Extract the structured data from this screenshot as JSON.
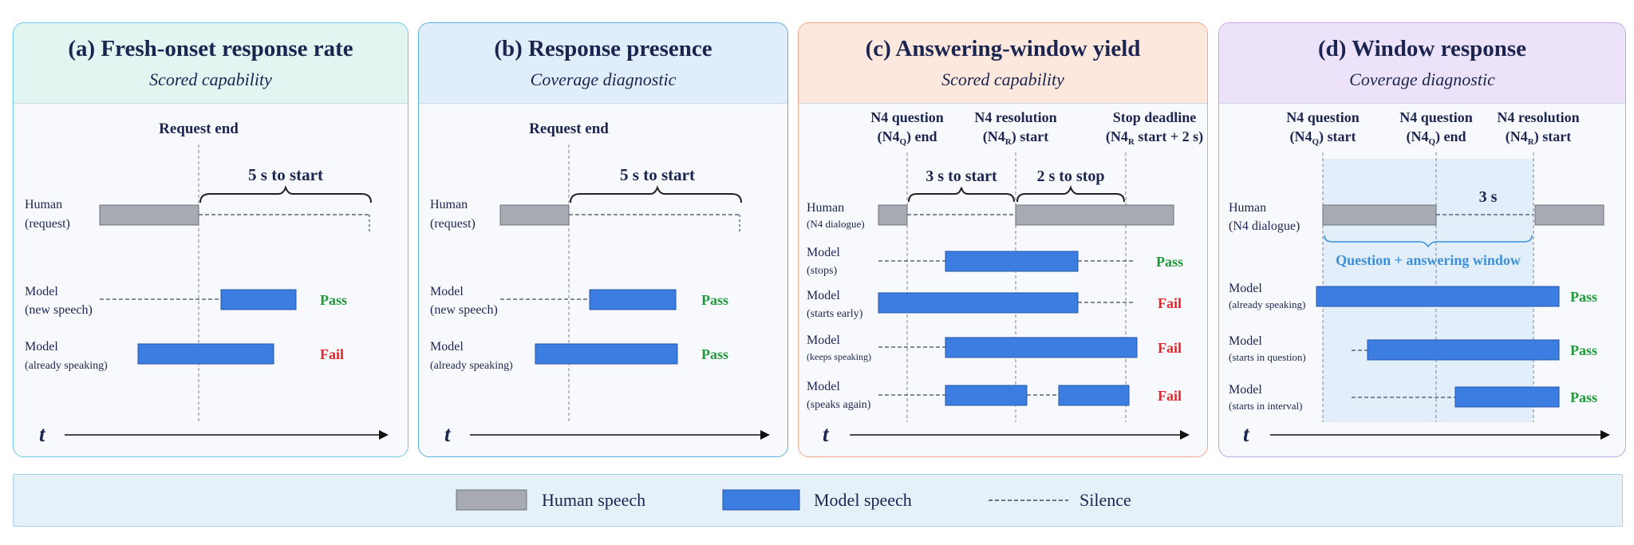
{
  "colors": {
    "human": "#a7aab1",
    "model": "#3b7de0",
    "pass": "#1f9a3a",
    "fail": "#e3262b",
    "text": "#1b2550",
    "window": "#e2effb",
    "window_label": "#3b8fd9"
  },
  "legend": {
    "human": "Human speech",
    "model": "Model speech",
    "silence": "Silence"
  },
  "panels": [
    {
      "id": "a",
      "title": "(a) Fresh-onset response rate",
      "subtitle": "Scored capability",
      "accent": "#6ec8ea",
      "head_bg": "#e2f5f0",
      "markers": [
        {
          "lines": [
            "Request end"
          ]
        }
      ],
      "braces": [
        {
          "label": "5 s to start"
        }
      ],
      "rows": [
        {
          "label": [
            "Human",
            "(request)"
          ],
          "verdict": ""
        },
        {
          "label": [
            "Model",
            "(new speech)"
          ],
          "verdict": "Pass"
        },
        {
          "label": [
            "Model",
            "(already speaking)"
          ],
          "verdict": "Fail"
        }
      ],
      "axis": "t"
    },
    {
      "id": "b",
      "title": "(b) Response presence",
      "subtitle": "Coverage diagnostic",
      "accent": "#5aaee0",
      "head_bg": "#e0eefb",
      "markers": [
        {
          "lines": [
            "Request end"
          ]
        }
      ],
      "braces": [
        {
          "label": "5 s to start"
        }
      ],
      "rows": [
        {
          "label": [
            "Human",
            "(request)"
          ],
          "verdict": ""
        },
        {
          "label": [
            "Model",
            "(new speech)"
          ],
          "verdict": "Pass"
        },
        {
          "label": [
            "Model",
            "(already speaking)"
          ],
          "verdict": "Pass"
        }
      ],
      "axis": "t"
    },
    {
      "id": "c",
      "title": "(c) Answering-window yield",
      "subtitle": "Scored capability",
      "accent": "#f1a68c",
      "head_bg": "#fde8de",
      "markers": [
        {
          "lines": [
            "N4 question",
            "(N4",
            "Q",
            ") end"
          ]
        },
        {
          "lines": [
            "N4 resolution",
            "(N4",
            "R",
            ") start"
          ]
        },
        {
          "lines": [
            "Stop deadline",
            "(N4",
            "R",
            " start + 2 s)"
          ]
        }
      ],
      "braces": [
        {
          "label": "3 s to start"
        },
        {
          "label": "2 s to stop"
        }
      ],
      "rows": [
        {
          "label": [
            "Human",
            "(N4 dialogue)"
          ],
          "verdict": ""
        },
        {
          "label": [
            "Model",
            "(stops)"
          ],
          "verdict": "Pass"
        },
        {
          "label": [
            "Model",
            "(starts early)"
          ],
          "verdict": "Fail"
        },
        {
          "label": [
            "Model",
            "(keeps speaking)"
          ],
          "verdict": "Fail"
        },
        {
          "label": [
            "Model",
            "(speaks again)"
          ],
          "verdict": "Fail"
        }
      ],
      "axis": "t"
    },
    {
      "id": "d",
      "title": "(d) Window response",
      "subtitle": "Coverage diagnostic",
      "accent": "#c3a4ea",
      "head_bg": "#ece3fa",
      "markers": [
        {
          "lines": [
            "N4 question",
            "(N4",
            "Q",
            ") start"
          ]
        },
        {
          "lines": [
            "N4 question",
            "(N4",
            "Q",
            ") end"
          ]
        },
        {
          "lines": [
            "N4 resolution",
            "(N4",
            "R",
            ") start"
          ]
        }
      ],
      "braces": [
        {
          "label": "3 s"
        }
      ],
      "window_label": "Question + answering window",
      "rows": [
        {
          "label": [
            "Human",
            "(N4 dialogue)"
          ],
          "verdict": ""
        },
        {
          "label": [
            "Model",
            "(already speaking)"
          ],
          "verdict": "Pass"
        },
        {
          "label": [
            "Model",
            "(starts in question)"
          ],
          "verdict": "Pass"
        },
        {
          "label": [
            "Model",
            "(starts in interval)"
          ],
          "verdict": "Pass"
        }
      ],
      "axis": "t"
    }
  ]
}
